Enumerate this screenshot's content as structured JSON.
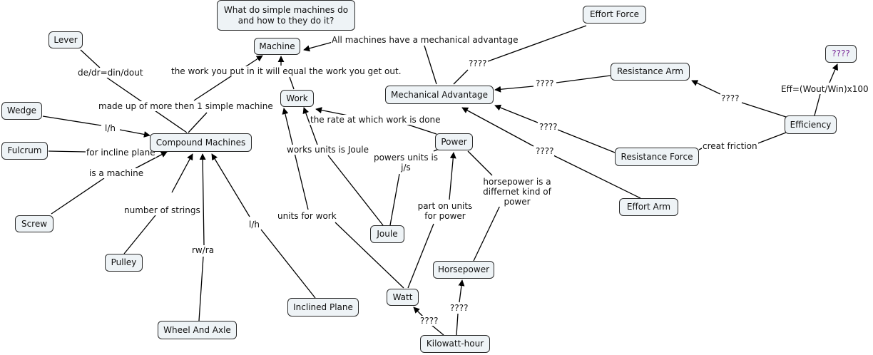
{
  "nodes": {
    "question": "What do simple machines do and how to they do it?",
    "machine": "Machine",
    "lever": "Lever",
    "work": "Work",
    "mech_adv": "Mechanical Advantage",
    "effort_force": "Effort Force",
    "unknown_top": "????",
    "resistance_arm": "Resistance Arm",
    "efficiency": "Efficiency",
    "wedge": "Wedge",
    "compound": "Compound Machines",
    "fulcrum": "Fulcrum",
    "power": "Power",
    "resistance_force": "Resistance Force",
    "effort_arm": "Effort Arm",
    "screw": "Screw",
    "joule": "Joule",
    "pulley": "Pulley",
    "horsepower": "Horsepower",
    "watt": "Watt",
    "inclined_plane": "Inclined Plane",
    "wheel_axle": "Wheel And Axle",
    "kwh": "Kilowatt-hour"
  },
  "links": {
    "all_machines": "All machines have a mechanical advantage",
    "work_equal": "the work you put in it will equal the work you get out.",
    "de_dr": "de/dr=din/dout",
    "made_up": "made up of more then 1 simple machine",
    "l_h_wedge": "l/h",
    "incline_plane": "for incline plane",
    "is_machine": "is a machine",
    "num_strings": "number of strings",
    "rw_ra": "rw/ra",
    "l_h_inclined": "l/h",
    "works_units": "works units is Joule",
    "rate": "the rate at which work is done",
    "powers_units": "powers units is j/s",
    "units_for_work": "units for work",
    "part_units": "part on units for power",
    "hp_different": "horsepower is a differnet kind of power",
    "q_effort_force": "????",
    "q_resistance_arm": "????",
    "q_resistance_force": "????",
    "q_effort_arm": "????",
    "q_eff_resarm": "????",
    "eff_formula": "Eff=(Wout/Win)x100",
    "creat_friction": "creat friction",
    "q_kwh_watt": "????",
    "q_kwh_hp": "????"
  }
}
